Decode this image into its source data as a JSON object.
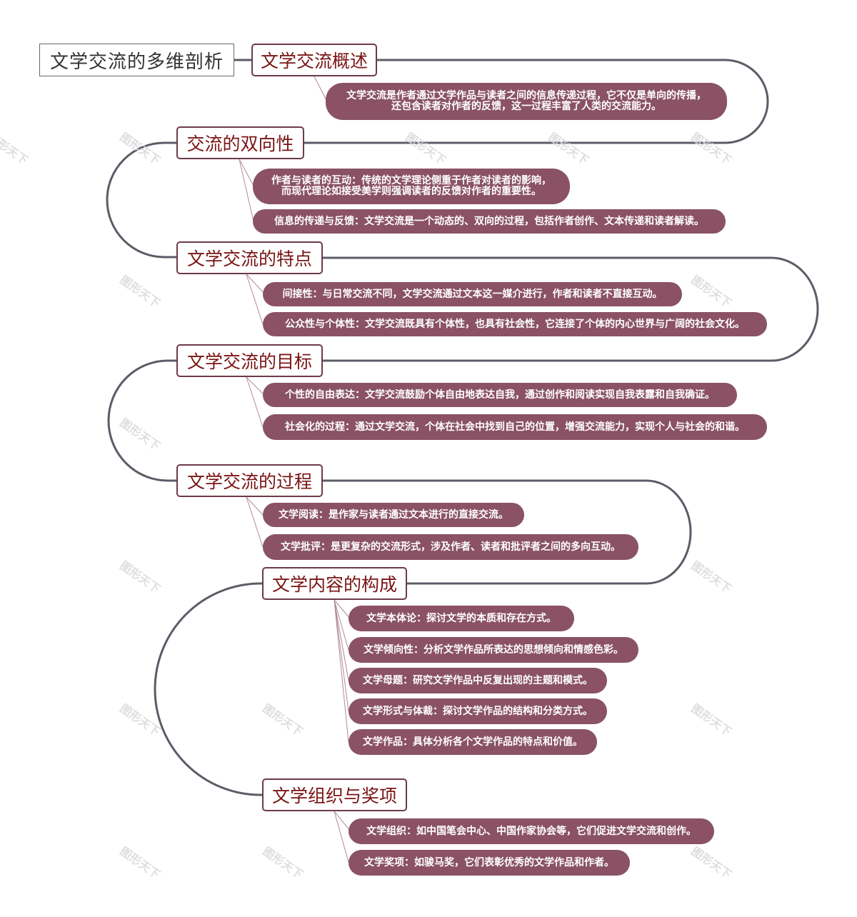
{
  "root": {
    "title": "文学交流的多维剖析"
  },
  "topics": [
    {
      "title": "文学交流概述",
      "items": [
        "文学交流是作者通过文学作品与读者之间的信息传递过程，它不仅是单向的传播，\n还包含读者对作者的反馈，这一过程丰富了人类的交流能力。"
      ]
    },
    {
      "title": "交流的双向性",
      "items": [
        "作者与读者的互动：传统的文学理论侧重于作者对读者的影响，\n而现代理论如接受美学则强调读者的反馈对作者的重要性。",
        "信息的传递与反馈：文学交流是一个动态的、双向的过程，包括作者创作、文本传递和读者解读。"
      ]
    },
    {
      "title": "文学交流的特点",
      "items": [
        "间接性：与日常交流不同，文学交流通过文本这一媒介进行，作者和读者不直接互动。",
        "公众性与个体性：文学交流既具有个体性，也具有社会性，它连接了个体的内心世界与广阔的社会文化。"
      ]
    },
    {
      "title": "文学交流的目标",
      "items": [
        "个性的自由表达：文学交流鼓励个体自由地表达自我，通过创作和阅读实现自我表露和自我确证。",
        "社会化的过程：通过文学交流，个体在社会中找到自己的位置，增强交流能力，实现个人与社会的和谐。"
      ]
    },
    {
      "title": "文学交流的过程",
      "items": [
        "文学阅读：是作家与读者通过文本进行的直接交流。",
        "文学批评：是更复杂的交流形式，涉及作者、读者和批评者之间的多向互动。"
      ]
    },
    {
      "title": "文学内容的构成",
      "items": [
        "文学本体论：探讨文学的本质和存在方式。",
        "文学倾向性：分析文学作品所表达的思想倾向和情感色彩。",
        "文学母题：研究文学作品中反复出现的主题和模式。",
        "文学形式与体裁：探讨文学作品的结构和分类方式。",
        "文学作品：具体分析各个文学作品的特点和价值。"
      ]
    },
    {
      "title": "文学组织与奖项",
      "items": [
        "文学组织：如中国笔会中心、中国作家协会等，它们促进文学交流和创作。",
        "文学奖项：如骏马奖，它们表彰优秀的文学作品和作者。"
      ]
    }
  ],
  "watermark": "图形天下",
  "colors": {
    "topic_border": "#6d3b47",
    "topic_text": "#7a1414",
    "leaf_bg": "#8a5264",
    "line": "#5c5c68",
    "thin_line": "#b08a94"
  }
}
